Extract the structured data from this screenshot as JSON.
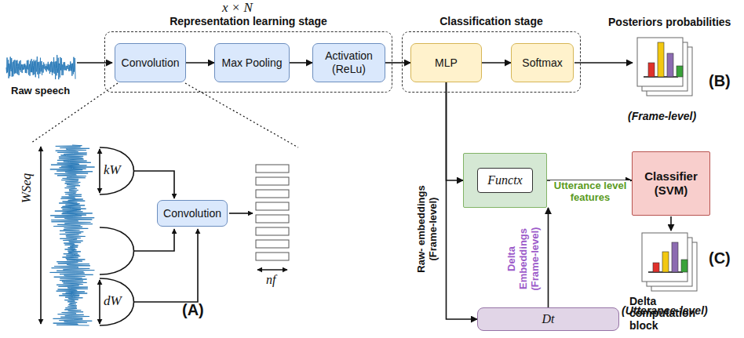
{
  "diagram": {
    "nodes": [
      {
        "text": [
          "Representation learning stage"
        ]
      },
      {
        "text": [
          "Convolution"
        ],
        "in": 0
      },
      {
        "text": [
          "Max Pooling"
        ],
        "in": 0
      },
      {
        "text": [
          "Activation (ReLu)"
        ],
        "in": 0
      },
      {
        "text": [
          "Classification stage"
        ]
      },
      {
        "text": [
          "MLP"
        ],
        "in": 4
      },
      {
        "text": [
          "Softmax"
        ],
        "in": 4
      },
      {
        "text": [
          "Functx"
        ]
      },
      {
        "text": [
          "Classifier (SVM)"
        ]
      },
      {
        "text": [
          "Dt",
          "Delta computation block"
        ]
      },
      {
        "text": [
          "Convolution"
        ]
      }
    ],
    "edges": [
      {
        "from": 1,
        "to": 2,
        "arrow": "to"
      },
      {
        "from": 2,
        "to": 3,
        "arrow": "to"
      },
      {
        "from": 3,
        "to": 5,
        "arrow": "to"
      },
      {
        "from": 5,
        "to": 6,
        "arrow": "to"
      },
      {
        "from": 5,
        "to": 7,
        "label": "Raw- embeddings (Frame-level)",
        "arrow": "to"
      },
      {
        "from": 5,
        "to": 9,
        "arrow": "to"
      },
      {
        "from": 9,
        "to": 7,
        "label": "Delta Embeddings (Frame-level)",
        "arrow": "to"
      },
      {
        "from": 7,
        "to": 8,
        "label": "Utterance level features",
        "arrow": "to"
      }
    ],
    "labels": [
      "x × N",
      "Posteriors probabilities",
      "(B)",
      "(Frame-level)",
      "Raw speech",
      "WSeq",
      "kW",
      "dW",
      "nf",
      "(A)",
      "(Utterance-level)",
      "(C)"
    ]
  }
}
